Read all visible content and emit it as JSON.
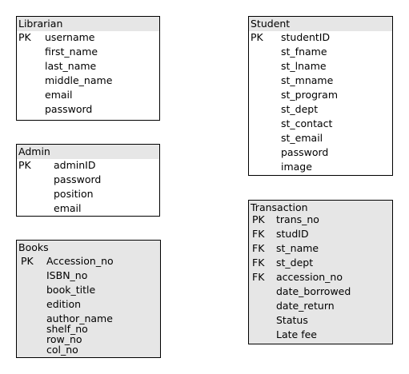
{
  "entities": {
    "librarian": {
      "title": "Librarian",
      "rows": [
        {
          "key": "PK",
          "attr": "username"
        },
        {
          "key": "",
          "attr": "first_name"
        },
        {
          "key": "",
          "attr": "last_name"
        },
        {
          "key": "",
          "attr": "middle_name"
        },
        {
          "key": "",
          "attr": "email"
        },
        {
          "key": "",
          "attr": "password"
        }
      ]
    },
    "admin": {
      "title": "Admin",
      "rows": [
        {
          "key": "PK",
          "attr": "adminID"
        },
        {
          "key": "",
          "attr": "password"
        },
        {
          "key": "",
          "attr": "position"
        },
        {
          "key": "",
          "attr": "email"
        }
      ]
    },
    "books": {
      "title": "Books",
      "rows": [
        {
          "key": "PK",
          "attr": "Accession_no"
        },
        {
          "key": "",
          "attr": "ISBN_no"
        },
        {
          "key": "",
          "attr": "book_title"
        },
        {
          "key": "",
          "attr": "edition"
        },
        {
          "key": "",
          "attr": "author_name"
        },
        {
          "key": "",
          "attr": "shelf_no"
        },
        {
          "key": "",
          "attr": "row_no"
        },
        {
          "key": "",
          "attr": "col_no"
        }
      ]
    },
    "student": {
      "title": "Student",
      "rows": [
        {
          "key": "PK",
          "attr": "studentID"
        },
        {
          "key": "",
          "attr": "st_fname"
        },
        {
          "key": "",
          "attr": "st_lname"
        },
        {
          "key": "",
          "attr": "st_mname"
        },
        {
          "key": "",
          "attr": "st_program"
        },
        {
          "key": "",
          "attr": "st_dept"
        },
        {
          "key": "",
          "attr": "st_contact"
        },
        {
          "key": "",
          "attr": "st_email"
        },
        {
          "key": "",
          "attr": "password"
        },
        {
          "key": "",
          "attr": "image"
        }
      ]
    },
    "transaction": {
      "title": "Transaction",
      "rows": [
        {
          "key": "PK",
          "attr": "trans_no"
        },
        {
          "key": "FK",
          "attr": "studID"
        },
        {
          "key": "FK",
          "attr": "st_name"
        },
        {
          "key": "FK",
          "attr": "st_dept"
        },
        {
          "key": "FK",
          "attr": "accession_no"
        },
        {
          "key": "",
          "attr": "date_borrowed"
        },
        {
          "key": "",
          "attr": "date_return"
        },
        {
          "key": "",
          "attr": "Status"
        },
        {
          "key": "",
          "attr": "Late fee"
        }
      ]
    }
  },
  "colors": {
    "header_fill": "#e6e6e6",
    "border": "#000000",
    "text": "#000000"
  }
}
